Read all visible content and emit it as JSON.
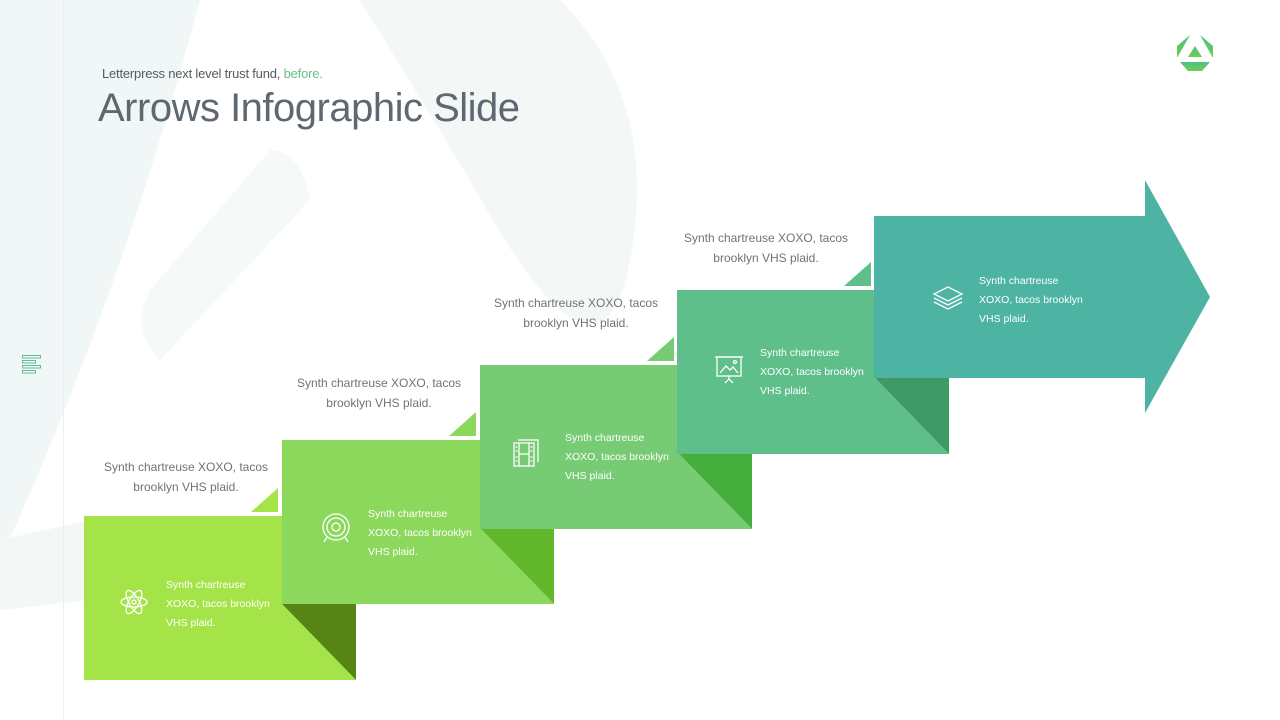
{
  "header": {
    "subtitle": "Letterpress next level trust fund,",
    "subtitle_accent": "before.",
    "title": "Arrows Infographic Slide"
  },
  "colors": {
    "accent": "#6abf8a",
    "step_fills": [
      "#a5e448",
      "#8cd85c",
      "#77cb74",
      "#5fbf8a",
      "#4db3a3"
    ],
    "step_folds": [
      "#568515",
      "#62b82a",
      "#46ae3c",
      "#3d9966"
    ]
  },
  "logo": {
    "icon": "triangle-hexagon-logo-icon"
  },
  "sidebar": {
    "icon": "align-left-menu-icon"
  },
  "steps": [
    {
      "icon": "atom-icon",
      "caption": [
        "Synth chartreuse XOXO, tacos",
        "brooklyn VHS plaid."
      ],
      "text": [
        "Synth chartreuse",
        "XOXO, tacos brooklyn",
        "VHS plaid."
      ]
    },
    {
      "icon": "target-icon",
      "caption": [
        "Synth chartreuse XOXO, tacos",
        "brooklyn VHS plaid."
      ],
      "text": [
        "Synth chartreuse",
        "XOXO, tacos brooklyn",
        "VHS plaid."
      ]
    },
    {
      "icon": "film-icon",
      "caption": [
        "Synth chartreuse XOXO, tacos",
        "brooklyn VHS plaid."
      ],
      "text": [
        "Synth chartreuse",
        "XOXO, tacos brooklyn",
        "VHS plaid."
      ]
    },
    {
      "icon": "presentation-board-icon",
      "caption": [
        "Synth chartreuse XOXO, tacos",
        "brooklyn VHS plaid."
      ],
      "text": [
        "Synth chartreuse",
        "XOXO, tacos brooklyn",
        "VHS plaid."
      ]
    },
    {
      "icon": "layers-icon",
      "text": [
        "Synth chartreuse",
        "XOXO, tacos brooklyn",
        "VHS plaid."
      ]
    }
  ]
}
